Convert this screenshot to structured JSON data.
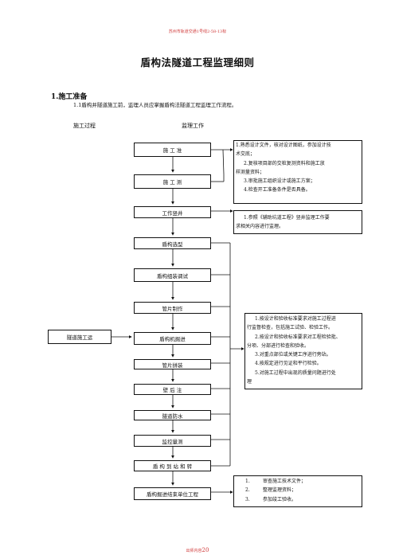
{
  "header": "苏州市轨道交通1号线2-58-13标",
  "title": "盾构法隧道工程监理细则",
  "section": {
    "heading": "1.施工准备",
    "intro": "1.1盾构并隧道施工前，监理人员应掌握盾构法隧道工程监理工作流程。"
  },
  "columns": {
    "construction": "施工过程",
    "supervision": "监理工作"
  },
  "side_box": "隧道施工运",
  "steps": [
    "施 工 准",
    "施 工 测",
    "工作竖井",
    "盾构选型",
    "盾构组装调试",
    "管片制作",
    "盾构机掘进",
    "管片拼装",
    "壁 后 注",
    "隧道防水",
    "监控量测",
    "盾 构 到 站 和 转",
    "盾构掘进结束单位工程"
  ],
  "notes": {
    "prep": [
      "1.熟悉设计文件，核对设计图纸，参加设计技",
      "术交底；",
      "2.复核项目部的交桩复测资料和施工放",
      "样测量资料；",
      "3.审批施工组织设计或施工方案；",
      "4.检查开工准备条件是否具备。"
    ],
    "shaft": [
      "1.参照《辅助坑道工程》竖井监理工作要",
      "求相关内容进行监理。"
    ],
    "construction": [
      "1.按设计和验收标准要求对施工过程进",
      "行监督检查，包括施工试验、检验工作。",
      "2.按设计和验收标准要求对工程检验批、",
      "分项、分部进行检查和验收。",
      "3.对重点部位或关键工序进行旁站。",
      "4.按规定进行见证和平行检验。",
      "5.对施工过程中出现的质量问题进行处",
      "理"
    ],
    "completion": [
      {
        "num": "1.",
        "text": "审查施工技术文件；"
      },
      {
        "num": "2.",
        "text": "整理监理资料；"
      },
      {
        "num": "3.",
        "text": "参加竣工验收。"
      }
    ]
  },
  "footer": {
    "label": "出师内容",
    "page": "20"
  }
}
